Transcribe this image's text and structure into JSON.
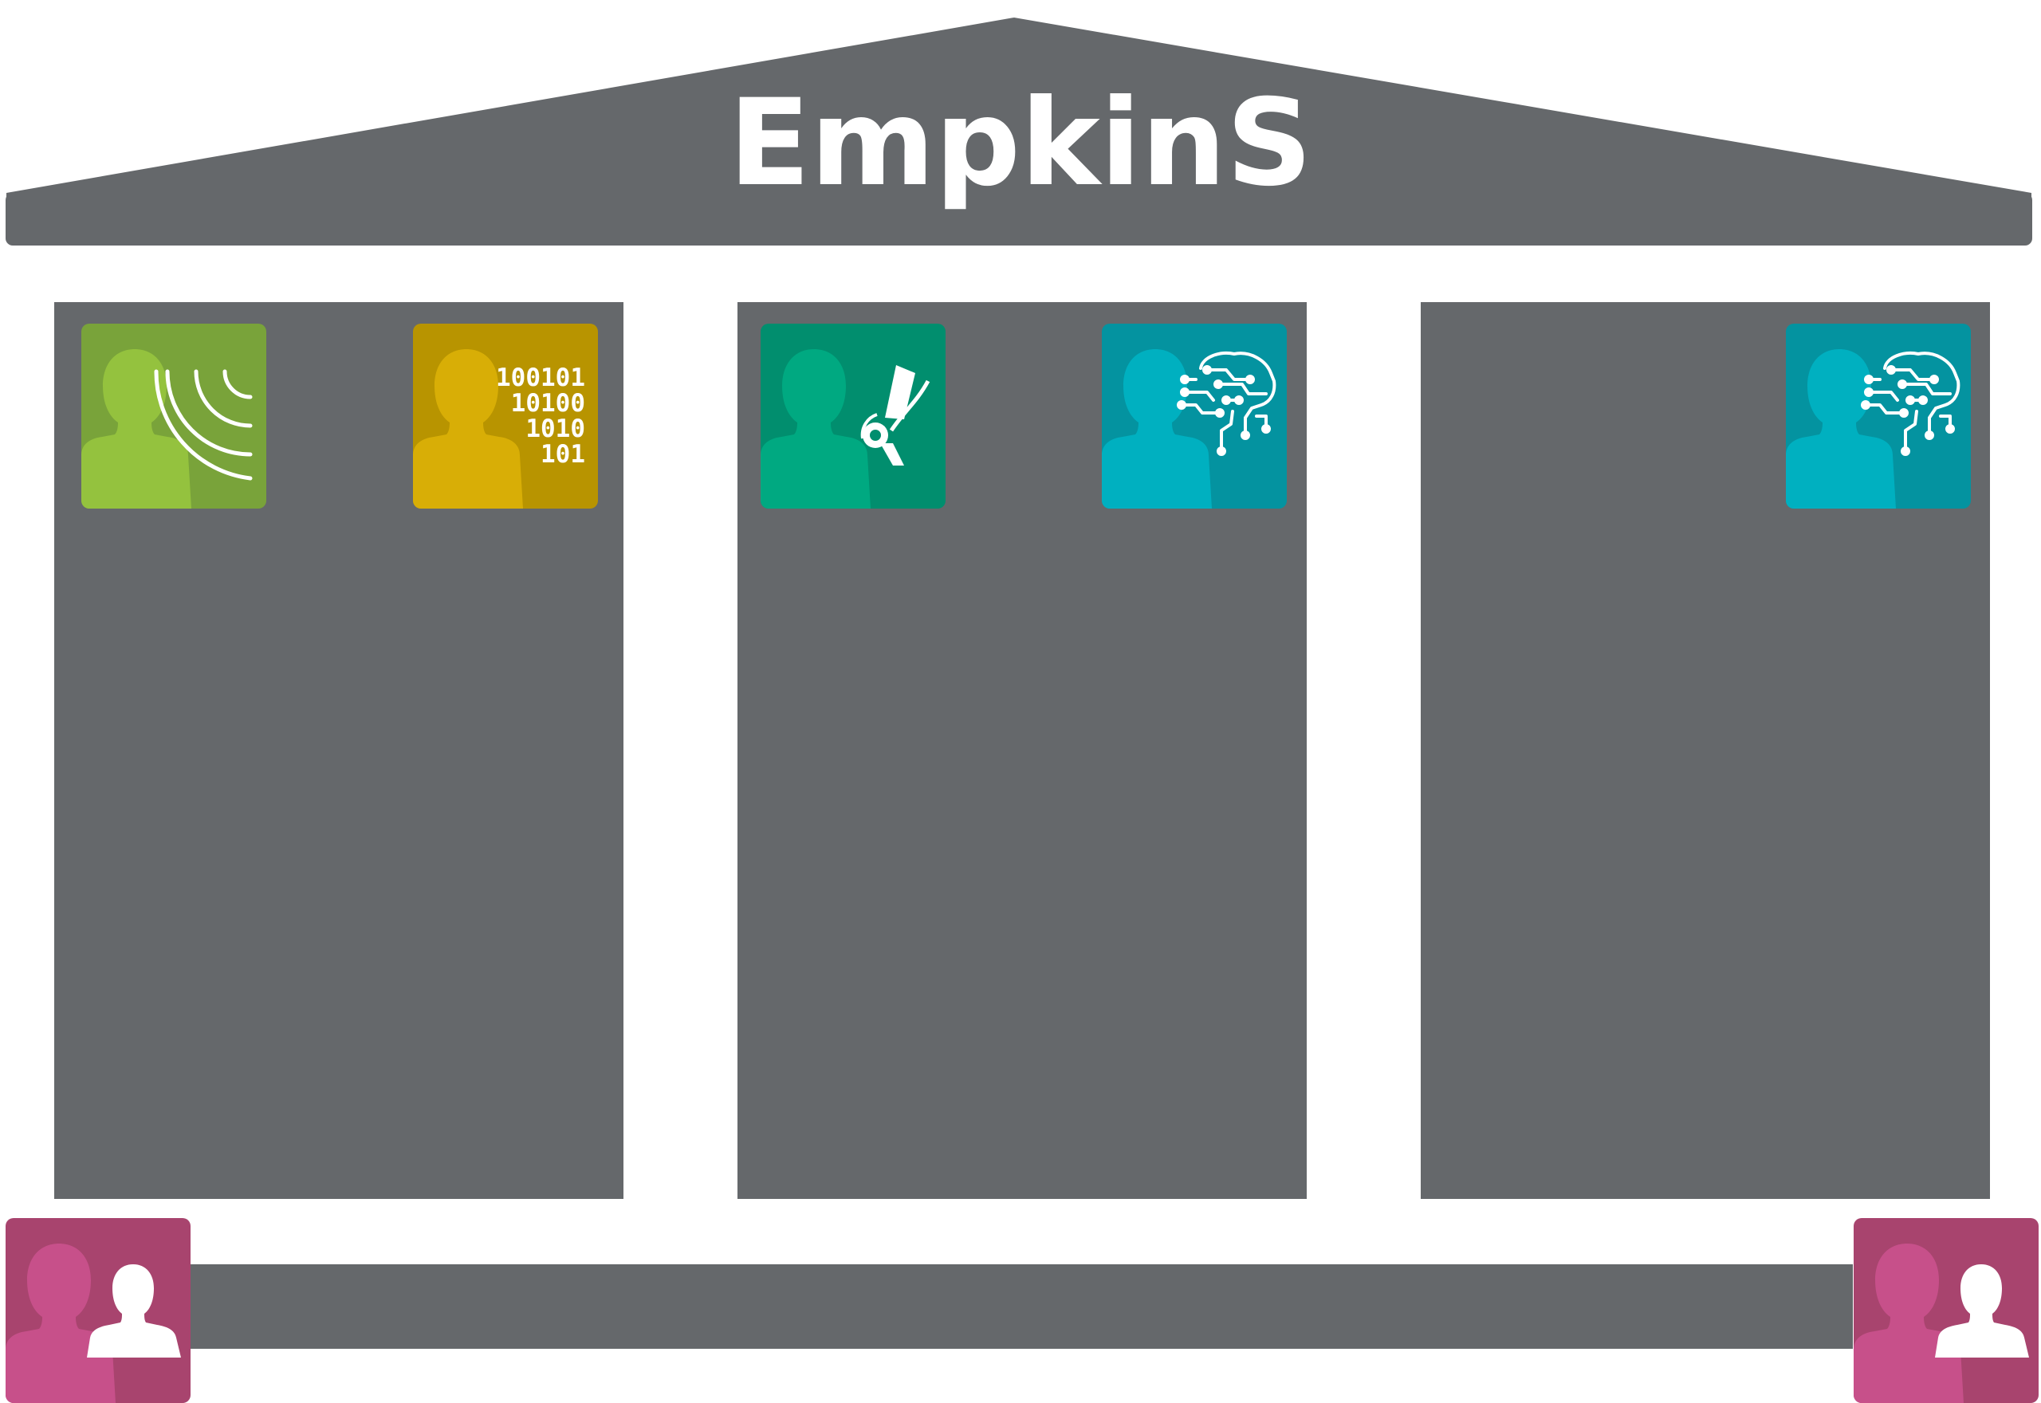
{
  "title": "EmpkinS",
  "colors": {
    "structure": "#65686b",
    "background": "#ffffff",
    "green_light": "#94c23e",
    "green_dark": "#79a33a",
    "gold_light": "#d8ae06",
    "gold_dark": "#b89400",
    "emerald_light": "#00a981",
    "emerald_dark": "#018e6e",
    "teal_light": "#00b0c0",
    "teal_dark": "#0493a0",
    "magenta_light": "#c7508a",
    "magenta_dark": "#a8446e"
  },
  "pillars": [
    {
      "tiles": [
        {
          "icon": "radar-waves-icon",
          "color": "green"
        },
        {
          "icon": "binary-data-icon",
          "color": "gold",
          "lines": [
            "100101",
            "10100",
            "1010",
            "101"
          ]
        }
      ]
    },
    {
      "tiles": [
        {
          "icon": "knee-joint-icon",
          "color": "emerald"
        },
        {
          "icon": "circuit-brain-icon",
          "color": "teal"
        }
      ]
    },
    {
      "tiles": [
        {
          "icon": "circuit-brain-icon",
          "color": "teal"
        }
      ]
    }
  ],
  "base_tiles": [
    {
      "icon": "two-persons-icon",
      "color": "magenta"
    },
    {
      "icon": "two-persons-icon",
      "color": "magenta"
    }
  ]
}
